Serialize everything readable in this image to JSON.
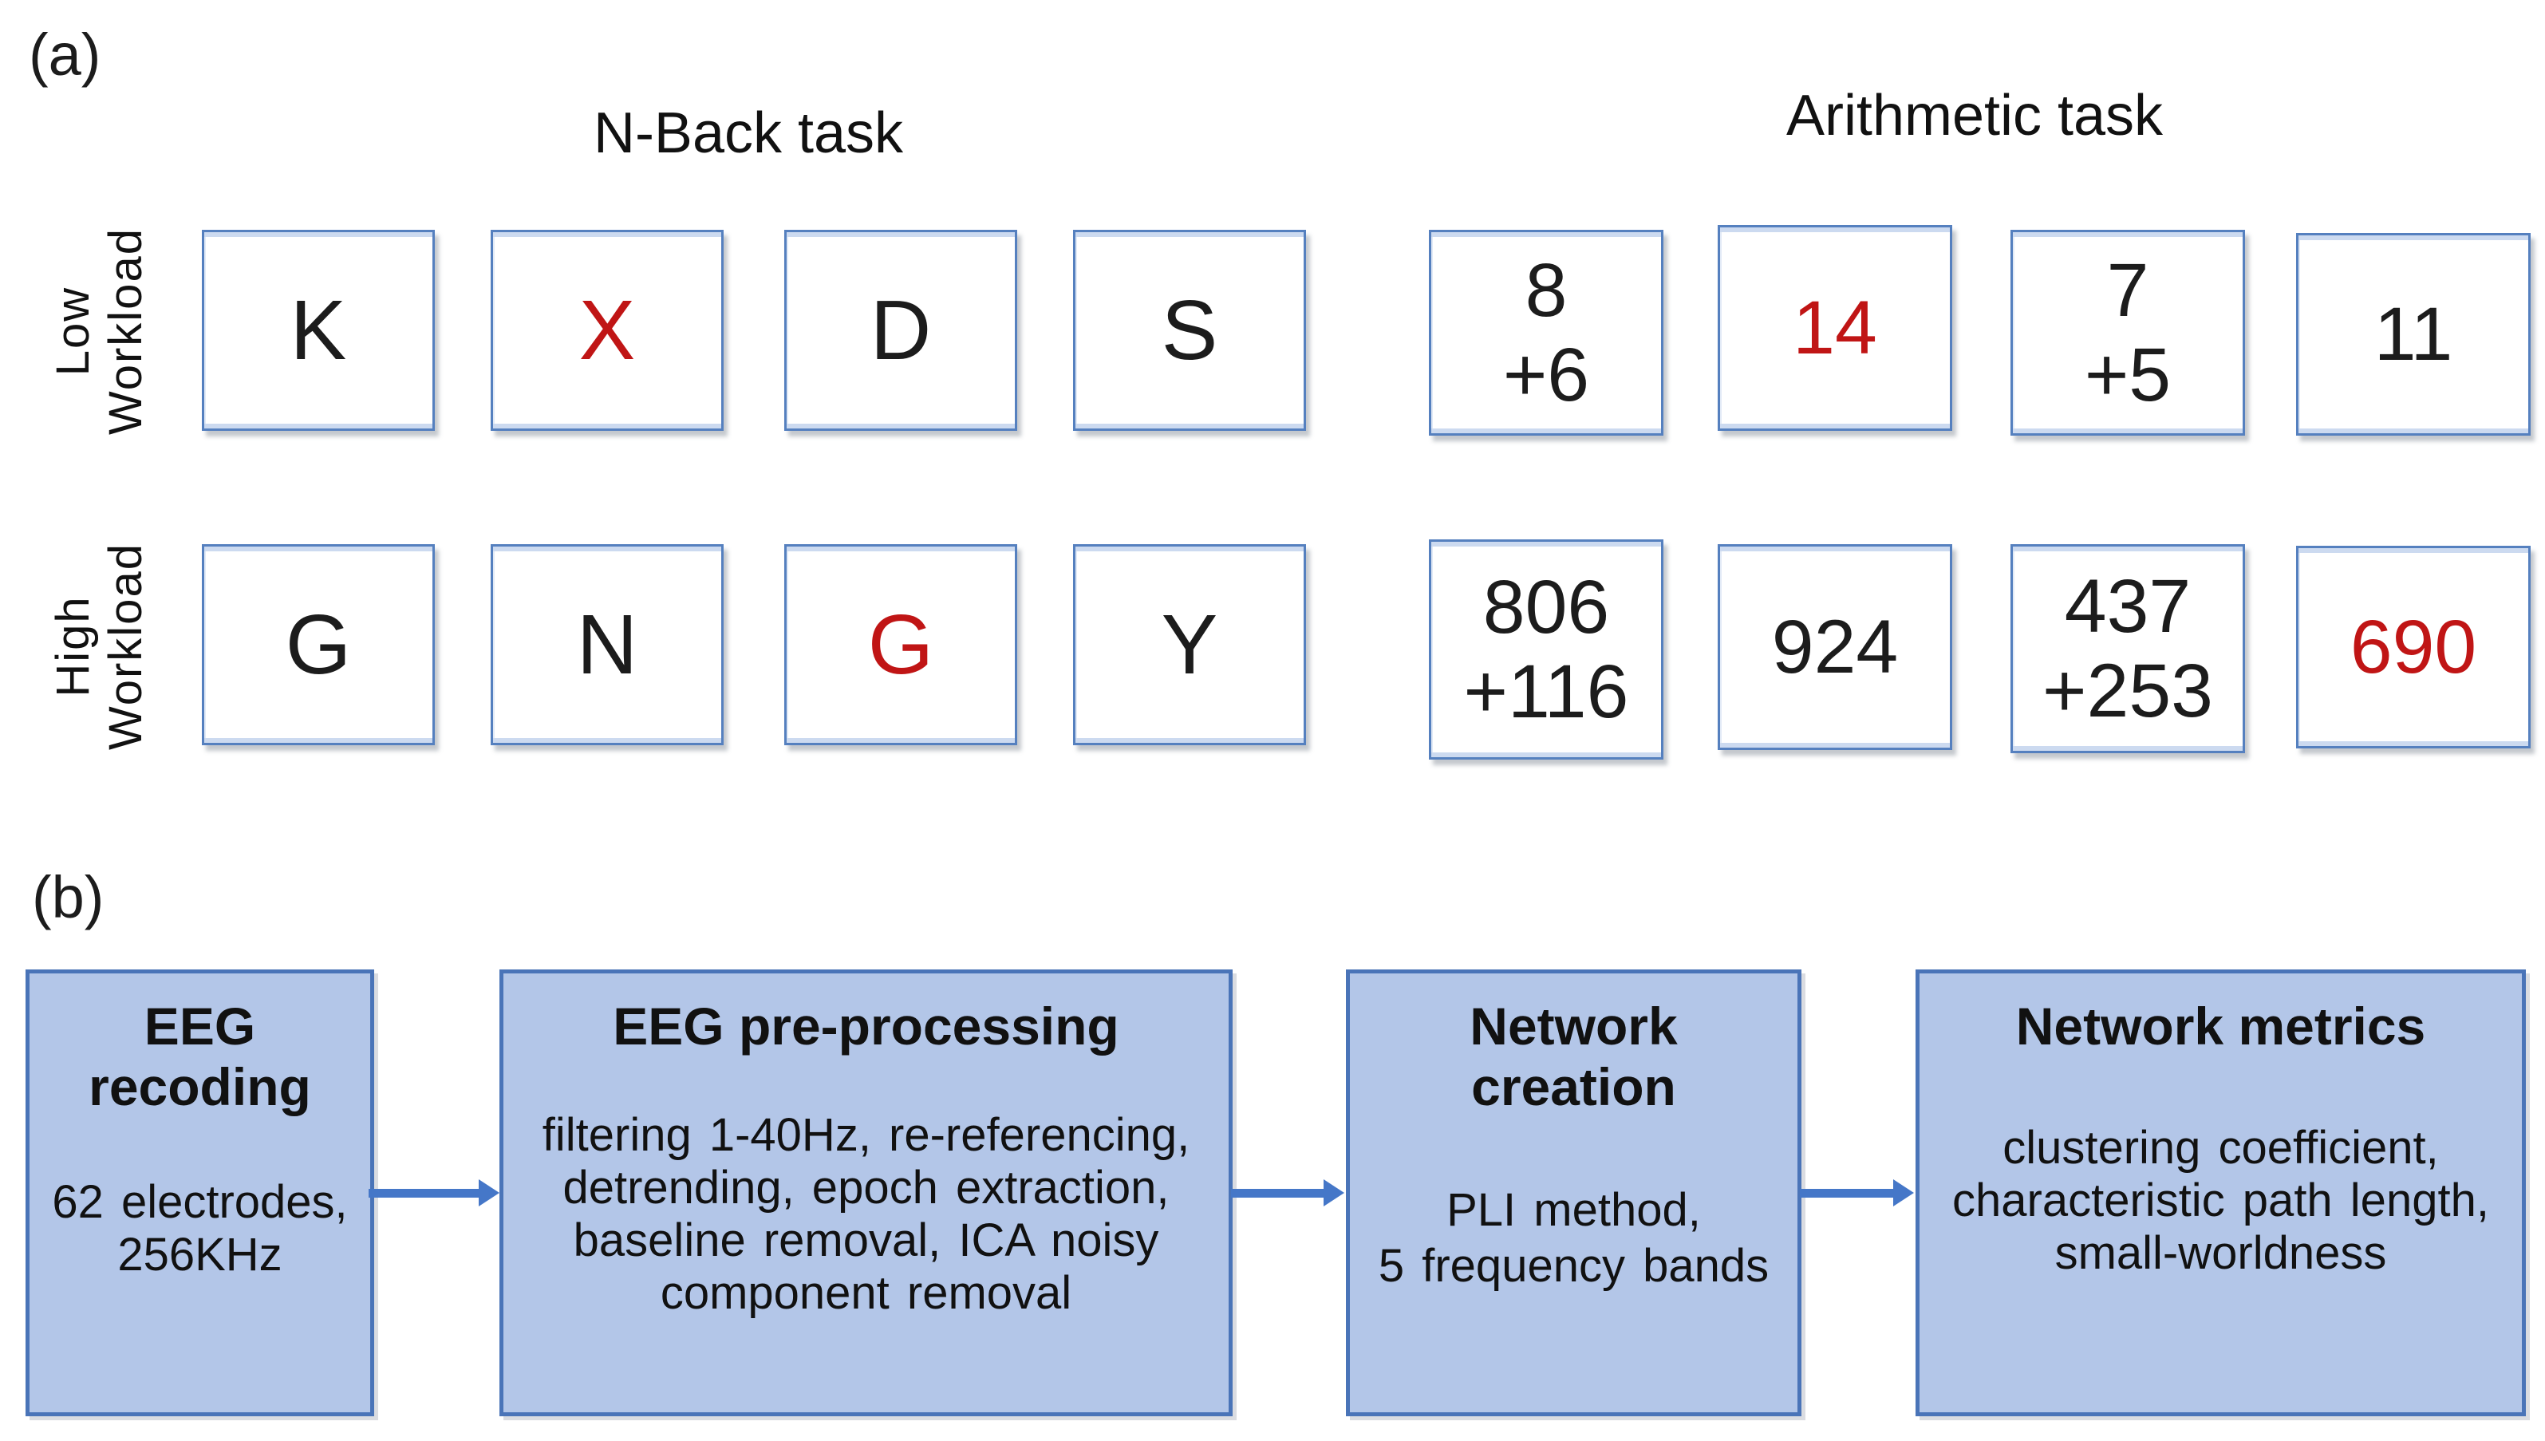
{
  "colors": {
    "stimulus_red": "#c01515",
    "stimulus_black": "#1c1c1c",
    "stim_box_border": "#5580bf",
    "flow_box_fill": "#b3c6e8",
    "flow_box_border": "#4a74b8",
    "arrow_blue": "#4577c8"
  },
  "panel_a": {
    "label": "(a)",
    "nback": {
      "title": "N-Back task",
      "rows": [
        {
          "workload": [
            "Low",
            "Workload"
          ],
          "stimuli": [
            {
              "text": "K",
              "color": "#1c1c1c"
            },
            {
              "text": "X",
              "color": "#c01515"
            },
            {
              "text": "D",
              "color": "#1c1c1c"
            },
            {
              "text": "S",
              "color": "#1c1c1c"
            }
          ]
        },
        {
          "workload": [
            "High",
            "Workload"
          ],
          "stimuli": [
            {
              "text": "G",
              "color": "#1c1c1c"
            },
            {
              "text": "N",
              "color": "#1c1c1c"
            },
            {
              "text": "G",
              "color": "#c01515"
            },
            {
              "text": "Y",
              "color": "#1c1c1c"
            }
          ]
        }
      ]
    },
    "arithmetic": {
      "title": "Arithmetic task",
      "rows": [
        {
          "stimuli": [
            {
              "lines": [
                "8",
                "+6"
              ],
              "color": "#1c1c1c"
            },
            {
              "lines": [
                "14"
              ],
              "color": "#c01515"
            },
            {
              "lines": [
                "7",
                "+5"
              ],
              "color": "#1c1c1c"
            },
            {
              "lines": [
                "11"
              ],
              "color": "#1c1c1c"
            }
          ]
        },
        {
          "stimuli": [
            {
              "lines": [
                "806",
                "+116"
              ],
              "color": "#1c1c1c"
            },
            {
              "lines": [
                "924"
              ],
              "color": "#1c1c1c"
            },
            {
              "lines": [
                "437",
                "+253"
              ],
              "color": "#1c1c1c"
            },
            {
              "lines": [
                "690"
              ],
              "color": "#c01515"
            }
          ]
        }
      ]
    }
  },
  "panel_b": {
    "label": "(b)",
    "steps": [
      {
        "title": [
          "EEG",
          "recoding"
        ],
        "body": [
          "62 electrodes,",
          "256KHz"
        ]
      },
      {
        "title": [
          "EEG pre-processing"
        ],
        "body": [
          "filtering 1-40Hz, re-referencing,",
          "detrending, epoch extraction,",
          "baseline removal, ICA noisy",
          "component removal"
        ]
      },
      {
        "title": [
          "Network",
          "creation"
        ],
        "body": [
          "PLI method,",
          "5 frequency bands"
        ]
      },
      {
        "title": [
          "Network metrics"
        ],
        "body": [
          "clustering coefficient,",
          "characteristic path length,",
          "small-worldness"
        ]
      }
    ]
  }
}
